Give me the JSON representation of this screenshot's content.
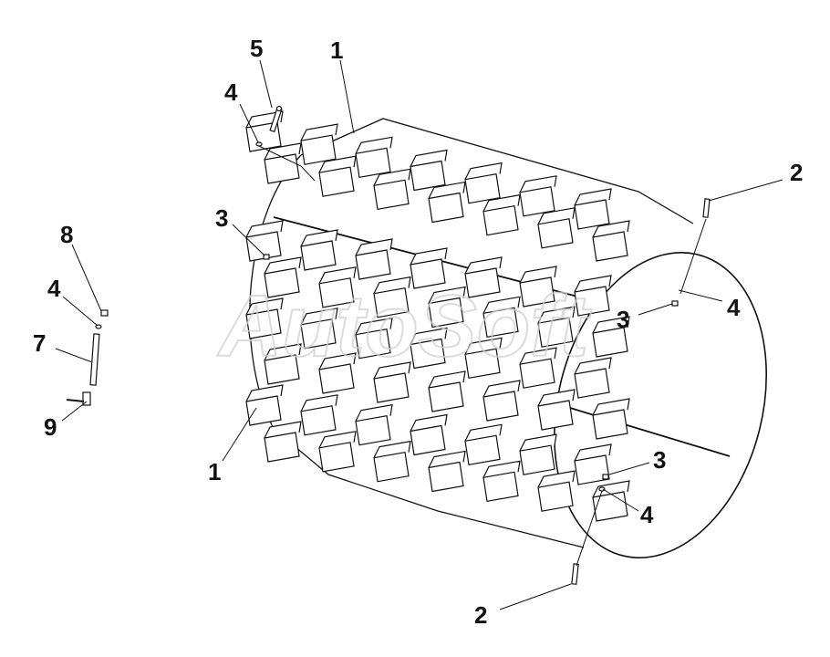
{
  "diagram": {
    "watermark": "AutoSoft",
    "callouts": [
      {
        "id": "c1a",
        "label": "1"
      },
      {
        "id": "c1b",
        "label": "1"
      },
      {
        "id": "c2a",
        "label": "2"
      },
      {
        "id": "c2b",
        "label": "2"
      },
      {
        "id": "c3a",
        "label": "3"
      },
      {
        "id": "c3b",
        "label": "3"
      },
      {
        "id": "c3c",
        "label": "3"
      },
      {
        "id": "c4a",
        "label": "4"
      },
      {
        "id": "c4b",
        "label": "4"
      },
      {
        "id": "c4c",
        "label": "4"
      },
      {
        "id": "c4d",
        "label": "4"
      },
      {
        "id": "c5",
        "label": "5"
      },
      {
        "id": "c7",
        "label": "7"
      },
      {
        "id": "c8",
        "label": "8"
      },
      {
        "id": "c9",
        "label": "9"
      }
    ]
  }
}
